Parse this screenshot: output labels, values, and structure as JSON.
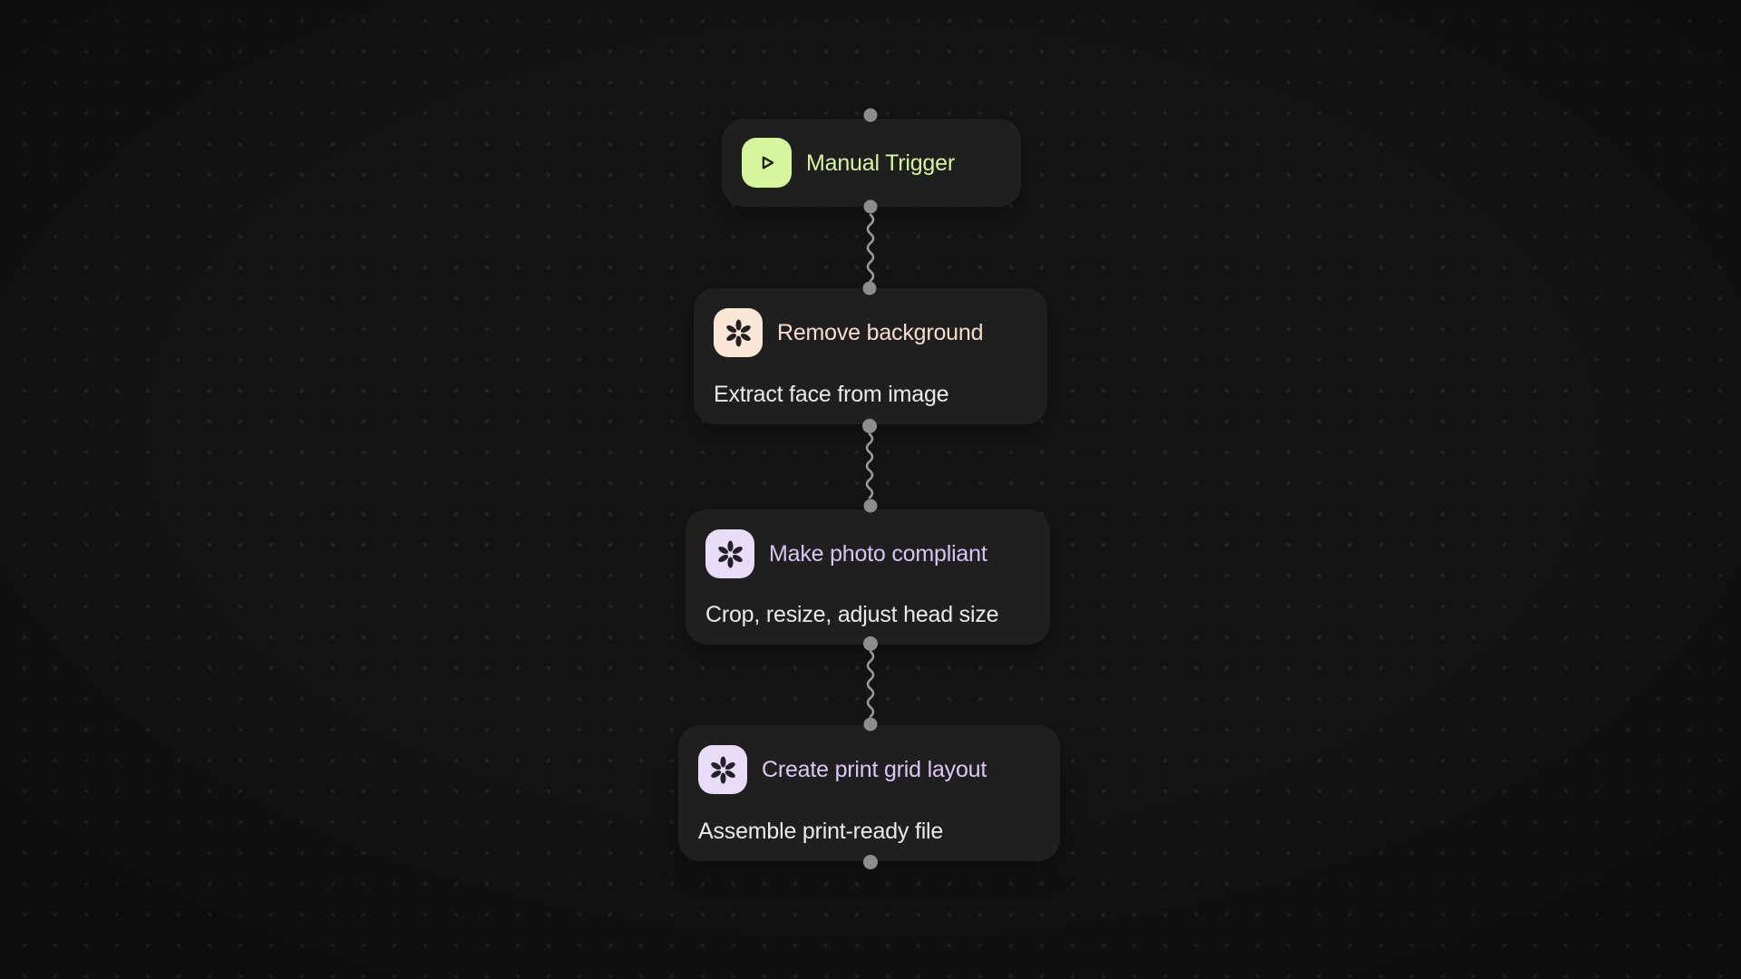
{
  "canvas": {
    "background_color": "#141414",
    "grid_dot_color": "#252525"
  },
  "workflow": {
    "nodes": [
      {
        "id": "manual-trigger",
        "type": "trigger",
        "title": "Manual Trigger",
        "icon": "play-icon",
        "icon_bg": "#d7f59c",
        "icon_fg": "#1c2112",
        "title_color": "#d7f59c",
        "node_bg": "#1f1f1f"
      },
      {
        "id": "remove-background",
        "type": "task",
        "title": "Remove background",
        "subtitle": "Extract face from image",
        "icon": "asterisk-icon",
        "icon_bg": "#fbe7d6",
        "icon_fg": "#242021",
        "title_color": "#f7ddca",
        "subtitle_color": "#eceae7",
        "node_bg": "#1f1f1f"
      },
      {
        "id": "make-photo-compliant",
        "type": "task",
        "title": "Make photo compliant",
        "subtitle": "Crop, resize, adjust head size",
        "icon": "asterisk-icon",
        "icon_bg": "#e9dcf9",
        "icon_fg": "#242028",
        "title_color": "#d8c5f2",
        "subtitle_color": "#eceae7",
        "node_bg": "#1f1f1f"
      },
      {
        "id": "create-print-grid-layout",
        "type": "task",
        "title": "Create print grid layout",
        "subtitle": "Assemble print-ready file",
        "icon": "asterisk-icon",
        "icon_bg": "#e9dcf9",
        "icon_fg": "#242028",
        "title_color": "#dcc8f5",
        "subtitle_color": "#eceae7",
        "node_bg": "#1f1f1f"
      }
    ],
    "connections": [
      {
        "from": "manual-trigger",
        "to": "remove-background"
      },
      {
        "from": "remove-background",
        "to": "make-photo-compliant"
      },
      {
        "from": "make-photo-compliant",
        "to": "create-print-grid-layout"
      }
    ],
    "port_color": "#8d8d8d",
    "edge_color": "#9a9a9a"
  }
}
